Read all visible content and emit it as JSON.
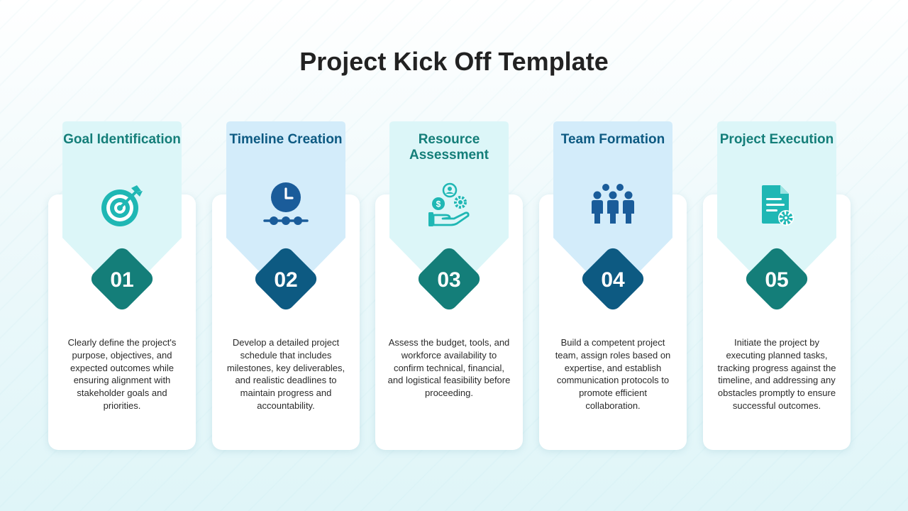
{
  "title": "Project Kick Off Template",
  "colors": {
    "teal": "#147e79",
    "navy": "#0d5a82",
    "banner_teal": "#dcf6f8",
    "banner_blue": "#d3ecfa",
    "icon_teal": "#1fb7b4",
    "icon_blue": "#1a5c9a"
  },
  "steps": [
    {
      "number": "01",
      "heading": "Goal Identification",
      "icon": "target-icon",
      "description": "Clearly define the project's purpose, objectives, and expected outcomes while ensuring alignment with stakeholder goals and priorities."
    },
    {
      "number": "02",
      "heading": "Timeline Creation",
      "icon": "clock-timeline-icon",
      "description": "Develop a detailed project schedule that includes milestones, key deliverables, and realistic deadlines to maintain progress and accountability."
    },
    {
      "number": "03",
      "heading": "Resource Assessment",
      "icon": "resource-hand-icon",
      "description": "Assess the budget, tools, and workforce availability to confirm technical, financial, and logistical feasibility before proceeding."
    },
    {
      "number": "04",
      "heading": "Team Formation",
      "icon": "team-icon",
      "description": "Build a competent project team, assign roles based on expertise, and establish communication protocols to promote efficient collaboration."
    },
    {
      "number": "05",
      "heading": "Project Execution",
      "icon": "document-gear-icon",
      "description": "Initiate the project by executing planned tasks, tracking progress against the timeline, and addressing any obstacles promptly to ensure successful outcomes."
    }
  ]
}
